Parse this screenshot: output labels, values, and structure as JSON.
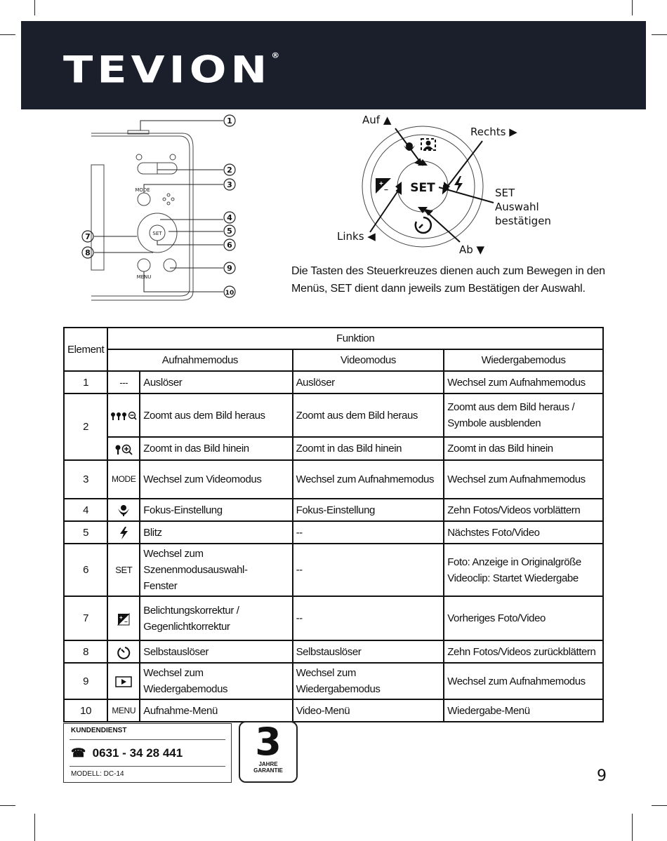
{
  "brand": {
    "logo": "TEVION",
    "registered": "®"
  },
  "camera_callouts": [
    "1",
    "2",
    "3",
    "4",
    "5",
    "6",
    "7",
    "8",
    "9",
    "10"
  ],
  "camera_labels": {
    "mode": "MODE",
    "menu": "MENU",
    "set": "SET"
  },
  "dpad": {
    "up": "Auf ▲",
    "right": "Rechts ▶",
    "left": "Links ◀",
    "down": "Ab ▼",
    "center": "SET",
    "set_note": [
      "SET",
      "Auswahl",
      "bestätigen"
    ]
  },
  "caption": "Die Tasten des Steuerkreuzes dienen auch zum Bewegen in den Menüs, SET dient dann jeweils zum Bestätigen der Auswahl.",
  "table": {
    "col_element": "Element",
    "col_funktion": "Funktion",
    "sub_headers": [
      "Aufnahmemodus",
      "Videomodus",
      "Wiedergabemodus"
    ],
    "rows": [
      {
        "el": "1",
        "sym": "---",
        "a": "Auslöser",
        "v": "Auslöser",
        "w": "Wechsel zum Aufnahmemodus"
      },
      {
        "el": "2",
        "sym_icon": "zoom-out-icon",
        "a": "Zoomt aus dem Bild heraus",
        "v": "Zoomt aus dem Bild heraus",
        "w": "Zoomt aus dem Bild heraus / Symbole ausblenden"
      },
      {
        "sym_icon": "zoom-in-icon",
        "a": "Zoomt in das Bild hinein",
        "v": "Zoomt in das Bild hinein",
        "w": "Zoomt in das Bild hinein"
      },
      {
        "el": "3",
        "sym": "MODE",
        "a": "Wechsel zum Videomodus",
        "v": "Wechsel zum Aufnahmemodus",
        "w": "Wechsel zum Aufnahmemodus"
      },
      {
        "el": "4",
        "sym_icon": "macro-flower-icon",
        "a": "Fokus-Einstellung",
        "v": "Fokus-Einstellung",
        "w": "Zehn Fotos/Videos vorblättern"
      },
      {
        "el": "5",
        "sym_icon": "flash-icon",
        "a": "Blitz",
        "v": "--",
        "w": "Nächstes Foto/Video"
      },
      {
        "el": "6",
        "sym": "SET",
        "a": "Wechsel zum Szenenmodusauswahl-Fenster",
        "v": "--",
        "w": "Foto: Anzeige in Originalgröße Videoclip: Startet Wiedergabe"
      },
      {
        "el": "7",
        "sym_icon": "exposure-icon",
        "a": "Belichtungskorrektur / Gegenlichtkorrektur",
        "v": "--",
        "w": "Vorheriges Foto/Video"
      },
      {
        "el": "8",
        "sym_icon": "self-timer-icon",
        "a": "Selbstauslöser",
        "v": "Selbstauslöser",
        "w": "Zehn Fotos/Videos zurückblättern"
      },
      {
        "el": "9",
        "sym_icon": "playback-icon",
        "a": "Wechsel zum Wiedergabemodus",
        "v": "Wechsel zum Wiedergabemodus",
        "w": "Wechsel zum Aufnahmemodus"
      },
      {
        "el": "10",
        "sym": "MENU",
        "a": "Aufnahme-Menü",
        "v": "Video-Menü",
        "w": "Wiedergabe-Menü"
      }
    ]
  },
  "footer": {
    "service_title": "KUNDENDIENST",
    "phone_icon": "telephone-icon",
    "phone": "0631 - 34 28 441",
    "model": "MODELL: DC-14",
    "warranty_years": "3",
    "warranty_text": [
      "JAHRE",
      "GARANTIE"
    ],
    "page_number": "9"
  },
  "colors": {
    "header_bg": "#1a1f2b",
    "text": "#111111"
  }
}
